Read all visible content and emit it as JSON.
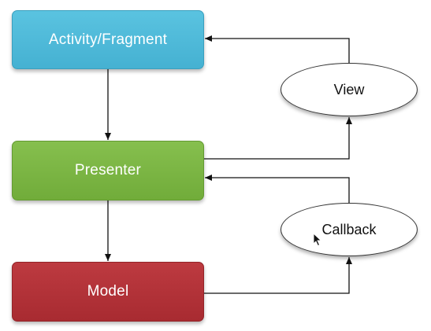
{
  "nodes": {
    "activity": {
      "label": "Activity/Fragment",
      "color": "#4fbadb"
    },
    "presenter": {
      "label": "Presenter",
      "color": "#7ab544"
    },
    "model": {
      "label": "Model",
      "color": "#b23238"
    }
  },
  "labels": {
    "view": "View",
    "callback": "Callback"
  },
  "icons": {
    "pointer": "mouse-pointer-icon"
  }
}
